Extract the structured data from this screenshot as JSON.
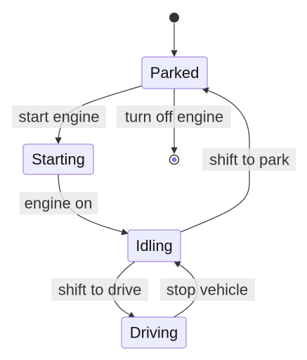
{
  "states": {
    "parked": "Parked",
    "starting": "Starting",
    "idling": "Idling",
    "driving": "Driving"
  },
  "transitions": {
    "start_engine": "start engine",
    "turn_off_engine": "turn off engine",
    "shift_to_park": "shift to park",
    "engine_on": "engine on",
    "shift_to_drive": "shift to drive",
    "stop_vehicle": "stop vehicle"
  },
  "colors": {
    "state_fill": "#ECECFF",
    "state_stroke": "#9370DB",
    "edge": "#333333",
    "label_bg": "#E8E8E8",
    "end_inner": "#9370DB"
  }
}
